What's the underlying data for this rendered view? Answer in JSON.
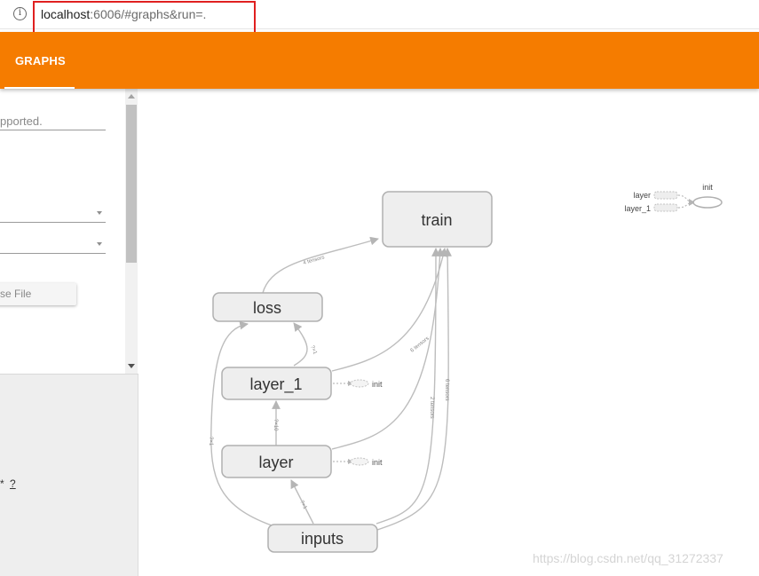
{
  "browser": {
    "url_host": "localhost",
    "url_rest": ":6006/#graphs&run=.",
    "info_icon": "info-icon"
  },
  "header": {
    "tab_label": "GRAPHS",
    "accent_color": "#f57c00"
  },
  "sidebar": {
    "upload_note": "pported.",
    "choose_file_label": "se File",
    "help_text": "* ",
    "help_link": "?",
    "help_text_2": "."
  },
  "graph": {
    "nodes": {
      "train": "train",
      "loss": "loss",
      "layer_1": "layer_1",
      "layer": "layer",
      "inputs": "inputs"
    },
    "edge_labels": {
      "e1": "4 tensors",
      "e2": "6 tensors",
      "e3": "?×1",
      "e4": "?×10",
      "e5": "?×1",
      "e6": "?×1",
      "e7": "2 tensors",
      "e8": "6 tensors"
    },
    "init_label": "init",
    "aux": {
      "title": "init",
      "layer": "layer",
      "layer_1": "layer_1"
    }
  },
  "watermark": "https://blog.csdn.net/qq_31272337"
}
